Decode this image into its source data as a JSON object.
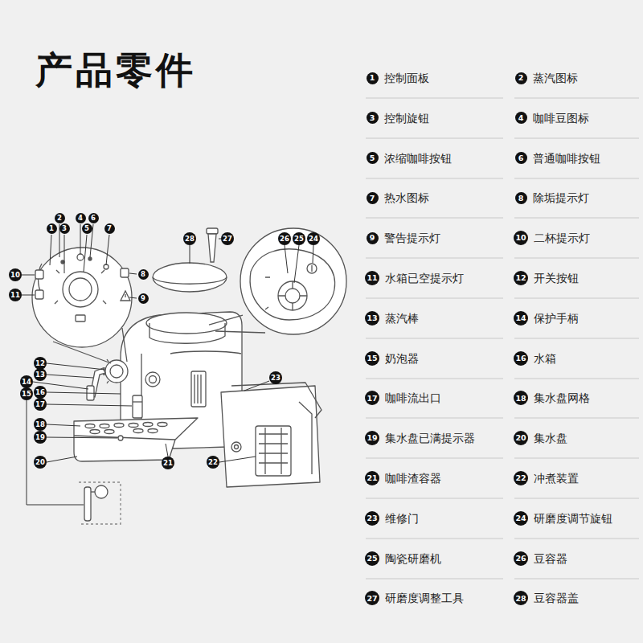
{
  "diagram": {
    "title": "产品零件",
    "nodes": [
      {
        "text": [
          "1",
          "控制面板"
        ]
      },
      {
        "text": [
          "2",
          "蒸汽图标"
        ]
      },
      {
        "text": [
          "3",
          "控制旋钮"
        ]
      },
      {
        "text": [
          "4",
          "咖啡豆图标"
        ]
      },
      {
        "text": [
          "5",
          "浓缩咖啡按钮"
        ]
      },
      {
        "text": [
          "6",
          "普通咖啡按钮"
        ]
      },
      {
        "text": [
          "7",
          "热水图标"
        ]
      },
      {
        "text": [
          "8",
          "除垢提示灯"
        ]
      },
      {
        "text": [
          "9",
          "警告提示灯"
        ]
      },
      {
        "text": [
          "10",
          "二杯提示灯"
        ]
      },
      {
        "text": [
          "11",
          "水箱已空提示灯"
        ]
      },
      {
        "text": [
          "12",
          "开关按钮"
        ]
      },
      {
        "text": [
          "13",
          "蒸汽棒"
        ]
      },
      {
        "text": [
          "14",
          "保护手柄"
        ]
      },
      {
        "text": [
          "15",
          "奶泡器"
        ]
      },
      {
        "text": [
          "16",
          "水箱"
        ]
      },
      {
        "text": [
          "17",
          "咖啡流出口"
        ]
      },
      {
        "text": [
          "18",
          "集水盘网格"
        ]
      },
      {
        "text": [
          "19",
          "集水盘已满提示器"
        ]
      },
      {
        "text": [
          "20",
          "集水盘"
        ]
      },
      {
        "text": [
          "21",
          "咖啡渣容器"
        ]
      },
      {
        "text": [
          "22",
          "冲煮装置"
        ]
      },
      {
        "text": [
          "23",
          "维修门"
        ]
      },
      {
        "text": [
          "24",
          "研磨度调节旋钮"
        ]
      },
      {
        "text": [
          "25",
          "陶瓷研磨机"
        ]
      },
      {
        "text": [
          "26",
          "豆容器"
        ]
      },
      {
        "text": [
          "27",
          "研磨度调整工具"
        ]
      },
      {
        "text": [
          "28",
          "豆容器盖"
        ]
      },
      {
        "text": [
          "2"
        ]
      },
      {
        "text": [
          "4"
        ]
      },
      {
        "text": [
          "6"
        ]
      },
      {
        "text": [
          "1"
        ]
      },
      {
        "text": [
          "3"
        ]
      },
      {
        "text": [
          "5"
        ]
      },
      {
        "text": [
          "7"
        ]
      },
      {
        "text": [
          "28"
        ]
      },
      {
        "text": [
          "27"
        ]
      },
      {
        "text": [
          "26"
        ]
      },
      {
        "text": [
          "25"
        ]
      },
      {
        "text": [
          "24"
        ]
      },
      {
        "text": [
          "10"
        ]
      },
      {
        "text": [
          "8"
        ]
      },
      {
        "text": [
          "11"
        ]
      },
      {
        "text": [
          "9"
        ]
      },
      {
        "text": [
          "12"
        ]
      },
      {
        "text": [
          "13"
        ]
      },
      {
        "text": [
          "23"
        ]
      },
      {
        "text": [
          "14"
        ]
      },
      {
        "text": [
          "16"
        ]
      },
      {
        "text": [
          "15"
        ]
      },
      {
        "text": [
          "17"
        ]
      },
      {
        "text": [
          "18"
        ]
      },
      {
        "text": [
          "19"
        ]
      },
      {
        "text": [
          "20"
        ]
      },
      {
        "text": [
          "21"
        ]
      },
      {
        "text": [
          "22"
        ]
      }
    ]
  }
}
